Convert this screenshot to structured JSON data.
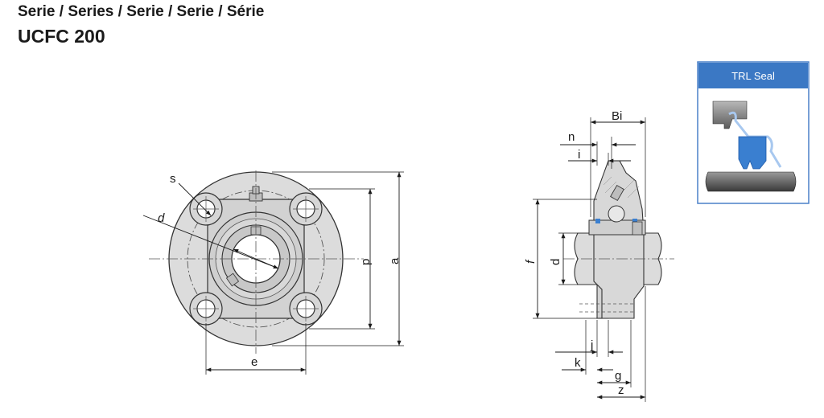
{
  "header": {
    "series_line": "Serie / Series / Serie / Serie / Série",
    "model": "UCFC 200"
  },
  "front_view": {
    "labels": {
      "s": "s",
      "d": "d",
      "p": "p",
      "a": "a",
      "e": "e"
    }
  },
  "side_view": {
    "labels": {
      "Bi": "Bi",
      "n": "n",
      "i": "i",
      "f": "f",
      "d": "d",
      "j": "j",
      "k": "k",
      "g": "g",
      "z": "z"
    }
  },
  "seal_panel": {
    "title": "TRL Seal"
  },
  "colors": {
    "part_fill": "#dcdcdc",
    "seal_blue": "#3a7fd0",
    "header_blue": "#3b78c4",
    "panel_border": "#4a80c8"
  }
}
